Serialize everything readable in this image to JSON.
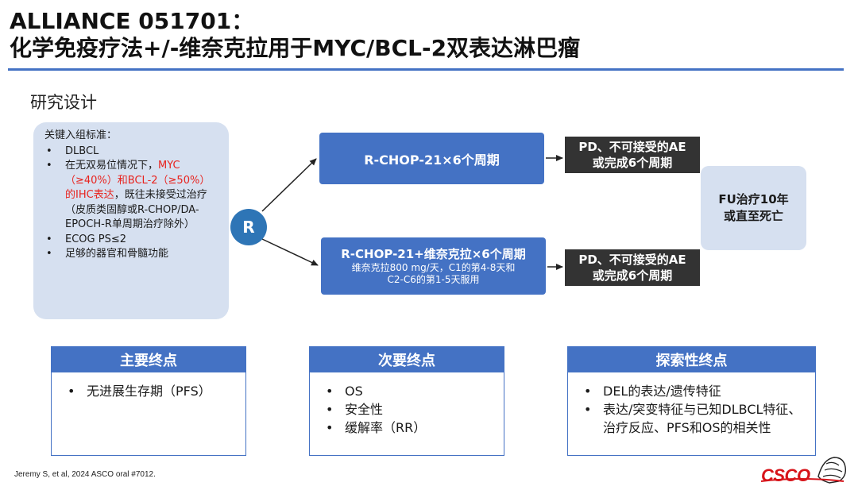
{
  "header": {
    "title_line1": "ALLIANCE 051701：",
    "title_line2": "化学免疫疗法+/-维奈克拉用于MYC/BCL-2双表达淋巴瘤",
    "subtitle": "研究设计",
    "accent_color": "#4472c4"
  },
  "criteria": {
    "heading": "关键入组标准：",
    "items": [
      {
        "text": "DLBCL"
      },
      {
        "pre": "在无双易位情况下，",
        "highlight": "MYC（≥40%）和BCL-2（≥50%）的IHC表达",
        "post": "，既往未接受过治疗（皮质类固醇或R-CHOP/DA-EPOCH-R单周期治疗除外）",
        "highlight_color": "#e8231e"
      },
      {
        "text": "ECOG PS≤2"
      },
      {
        "text": "足够的器官和骨髓功能"
      }
    ]
  },
  "randomization": {
    "label": "R"
  },
  "arms": [
    {
      "title": "R-CHOP-21×6个周期"
    },
    {
      "title": "R-CHOP-21+维奈克拉×6个周期",
      "detail_line1": "维奈克拉800 mg/天，C1的第4-8天和",
      "detail_line2": "C2-C6的第1-5天服用"
    }
  ],
  "outcomes": [
    {
      "line1": "PD、不可接受的AE",
      "line2": "或完成6个周期"
    },
    {
      "line1": "PD、不可接受的AE",
      "line2": "或完成6个周期"
    }
  ],
  "follow_up": {
    "line1": "FU治疗10年",
    "line2": "或直至死亡"
  },
  "endpoints": {
    "primary": {
      "title": "主要终点",
      "items": [
        "无进展生存期（PFS）"
      ]
    },
    "secondary": {
      "title": "次要终点",
      "items": [
        "OS",
        "安全性",
        "缓解率（RR）"
      ]
    },
    "exploratory": {
      "title": "探索性终点",
      "items": [
        "DEL的表达/遗传特征",
        "表达/突变特征与已知DLBCL特征、治疗反应、PFS和OS的相关性"
      ]
    }
  },
  "footer": {
    "reference": "Jeremy S, et al, 2024 ASCO oral #7012.",
    "logo_text": "CSCO",
    "logo_color": "#d7141a"
  }
}
